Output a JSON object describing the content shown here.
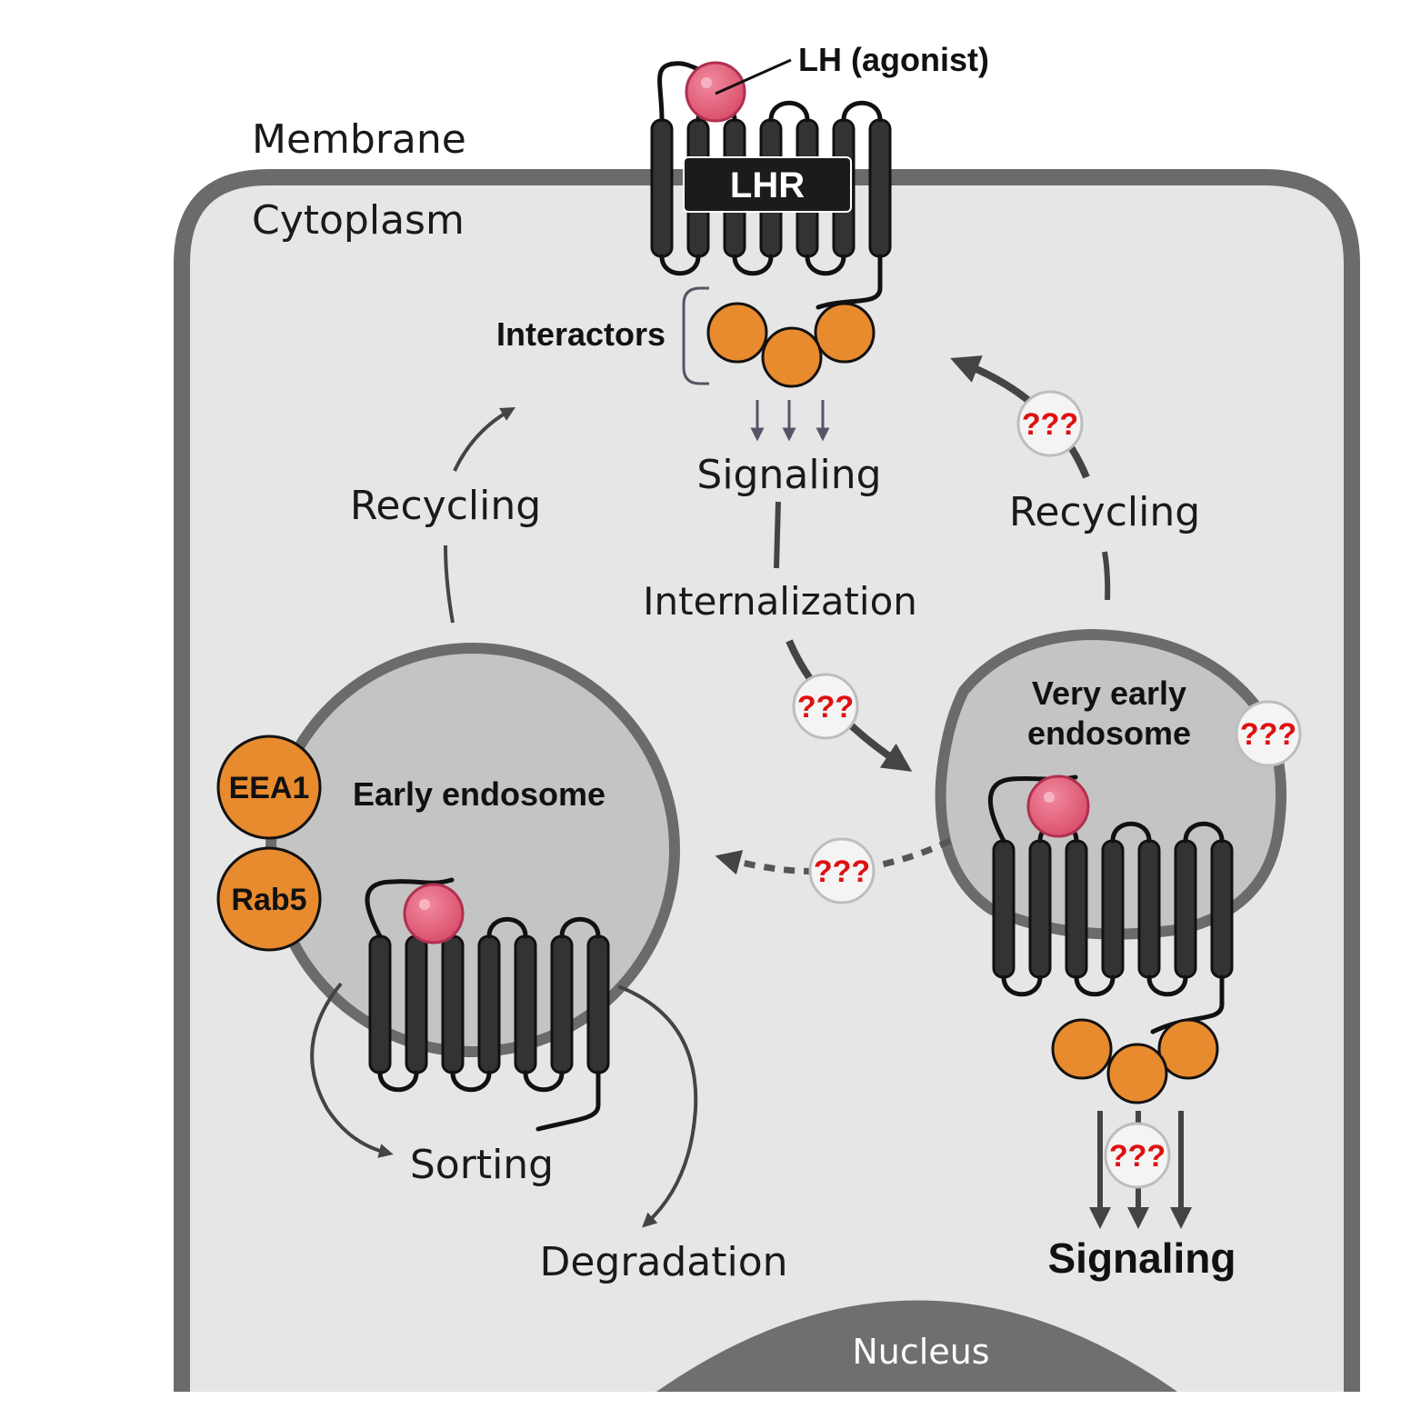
{
  "labels": {
    "membrane": "Membrane",
    "cytoplasm": "Cytoplasm",
    "ligand": "LH (agonist)",
    "receptor": "LHR",
    "interactors": "Interactors",
    "signaling_top": "Signaling",
    "recycling_left": "Recycling",
    "recycling_right": "Recycling",
    "internalization": "Internalization",
    "early_endosome": "Early endosome",
    "very_early_endosome_line1": "Very early",
    "very_early_endosome_line2": "endosome",
    "eea1": "EEA1",
    "rab5": "Rab5",
    "sorting": "Sorting",
    "degradation": "Degradation",
    "signaling_bottom": "Signaling",
    "nucleus": "Nucleus",
    "unknown_marker": "???"
  },
  "colors": {
    "cell_fill": "#e6e6e6",
    "membrane": "#6b6b6b",
    "endosome_fill": "#c4c4c4",
    "nucleus": "#6f6f6f",
    "receptor": "#333333",
    "ligand": "#e0607a",
    "interactor": "#e88a2e",
    "question_marks": "#e01010",
    "arrows": "#444444"
  },
  "icons": {
    "ligand": "pink-sphere-icon",
    "receptor": "seven-transmembrane-receptor-icon",
    "interactor": "orange-circle-icon",
    "unknown": "question-badge-icon"
  }
}
